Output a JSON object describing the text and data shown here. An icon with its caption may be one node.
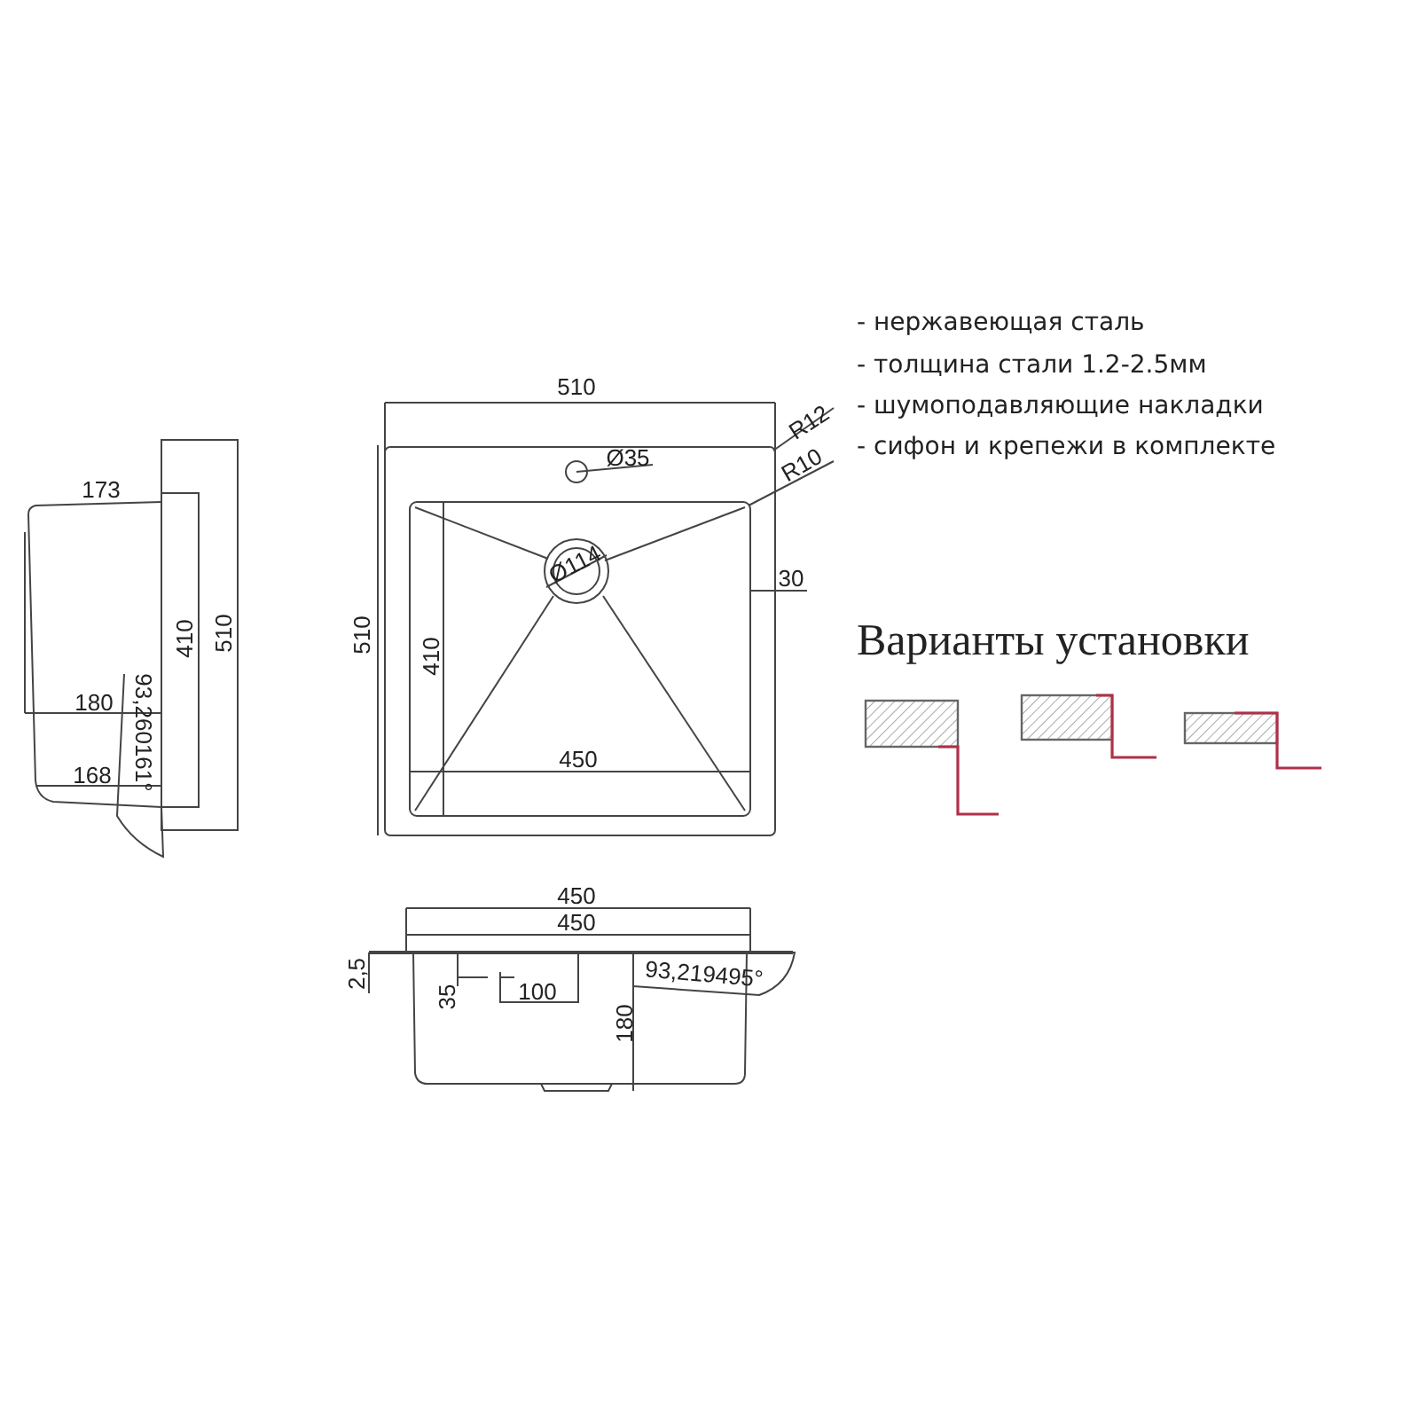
{
  "diagram": {
    "labels": [
      "- нержавеющая сталь",
      "- толщина стали 1.2-2.5мм",
      "- шумоподавляющие накладки",
      "- сифон и крепежи в комплекте",
      "510",
      "R12",
      "Ø35",
      "R10",
      "173",
      "410",
      "510",
      "510",
      "Ø114",
      "30",
      "410",
      "180",
      "93,260161°",
      "168",
      "450",
      "450",
      "450",
      "2,5",
      "93,219495°",
      "35",
      "100",
      "180",
      "Варианты установки"
    ]
  }
}
